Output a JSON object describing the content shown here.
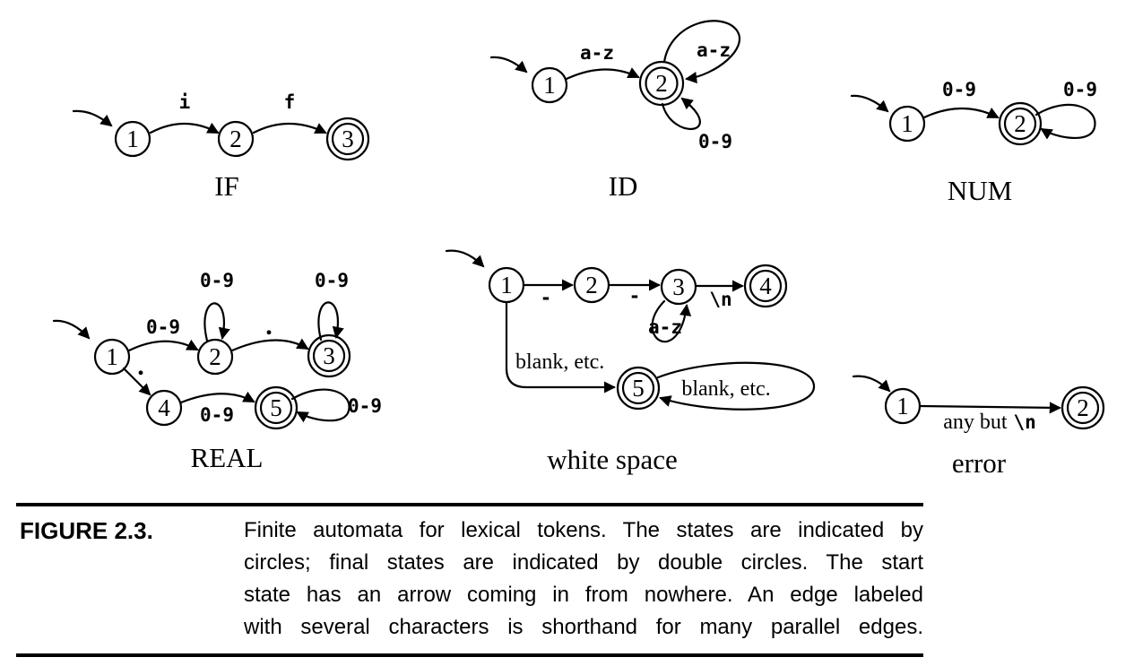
{
  "colors": {
    "ink": "#000000",
    "paper": "#ffffff"
  },
  "figure": {
    "label": "FIGURE 2.3.",
    "caption_lines": [
      "Finite automata for lexical tokens. The states are indicated by",
      "circles; final states are indicated by double circles. The start",
      "state has an arrow coming in from nowhere. An edge labeled",
      "with several characters is shorthand for many parallel edges."
    ]
  },
  "automata": {
    "if": {
      "title": "IF",
      "states": {
        "s1": "1",
        "s2": "2",
        "s3": "3"
      },
      "edges": {
        "e12": "i",
        "e23": "f"
      }
    },
    "id": {
      "title": "ID",
      "states": {
        "s1": "1",
        "s2": "2"
      },
      "edges": {
        "e12": "a-z",
        "loop_top": "a-z",
        "loop_bottom": "0-9"
      }
    },
    "num": {
      "title": "NUM",
      "states": {
        "s1": "1",
        "s2": "2"
      },
      "edges": {
        "e12": "0-9",
        "loop": "0-9"
      }
    },
    "real": {
      "title": "REAL",
      "states": {
        "s1": "1",
        "s2": "2",
        "s3": "3",
        "s4": "4",
        "s5": "5"
      },
      "edges": {
        "e12": "0-9",
        "loop2": "0-9",
        "e23": ".",
        "loop3": "0-9",
        "e14": ".",
        "e45": "0-9",
        "loop5": "0-9"
      }
    },
    "whitespace": {
      "title": "white space",
      "states": {
        "s1": "1",
        "s2": "2",
        "s3": "3",
        "s4": "4",
        "s5": "5"
      },
      "edges": {
        "e12": "-",
        "e23": "-",
        "e34": "\\n",
        "loop3": "a-z",
        "e15": "blank, etc.",
        "loop5": "blank, etc."
      }
    },
    "error": {
      "title": "error",
      "states": {
        "s1": "1",
        "s2": "2"
      },
      "edges": {
        "e12_text": "any but",
        "e12_code": "\\n"
      }
    }
  }
}
